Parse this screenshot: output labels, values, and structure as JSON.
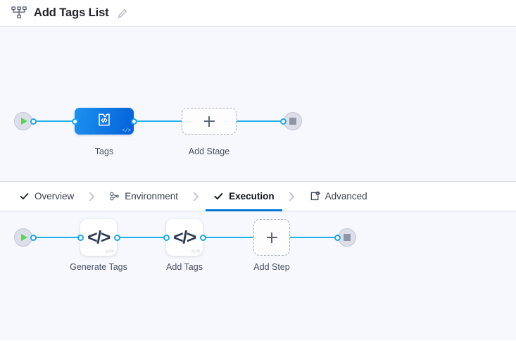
{
  "header": {
    "icon": "pipeline-icon",
    "title": "Add Tags List",
    "edit_icon": "pencil-icon"
  },
  "colors": {
    "canvas_bg": "#f6f8fd",
    "edge": "#22b0ec",
    "port_stroke": "#1ba7e8",
    "stage_gradient_from": "#1c91f0",
    "stage_gradient_to": "#0561d8",
    "active_tab_underline": "#0278d5",
    "play_green": "#58d64e",
    "terminal_gray": "#dcdfe9",
    "stop_gray": "#8f94a6"
  },
  "stage_graph": {
    "start_node": {
      "name": "start-node",
      "icon": "play-icon"
    },
    "end_node": {
      "name": "end-node",
      "icon": "stop-icon"
    },
    "nodes": [
      {
        "id": "tags",
        "label": "Tags",
        "type": "stage",
        "icon": "code-block-icon",
        "corner_glyph": "</>",
        "selected": true
      },
      {
        "id": "add-stage",
        "label": "Add Stage",
        "type": "add",
        "icon": "plus-icon"
      }
    ]
  },
  "tabs": [
    {
      "id": "overview",
      "label": "Overview",
      "icon": "check-icon",
      "active": false
    },
    {
      "id": "environment",
      "label": "Environment",
      "icon": "nodes-icon",
      "active": false
    },
    {
      "id": "execution",
      "label": "Execution",
      "icon": "check-icon",
      "active": true
    },
    {
      "id": "advanced",
      "label": "Advanced",
      "icon": "card-gear-icon",
      "active": false
    }
  ],
  "tab_separator": "chevron-right-icon",
  "execution_graph": {
    "start_node": {
      "name": "start-node",
      "icon": "play-icon"
    },
    "end_node": {
      "name": "end-node",
      "icon": "stop-icon"
    },
    "nodes": [
      {
        "id": "generate-tags",
        "label": "Generate Tags",
        "type": "step",
        "icon": "code-icon",
        "glyph": "</>",
        "corner_glyph": "</>"
      },
      {
        "id": "add-tags",
        "label": "Add Tags",
        "type": "step",
        "icon": "code-icon",
        "glyph": "</>",
        "corner_glyph": "</>"
      },
      {
        "id": "add-step",
        "label": "Add Step",
        "type": "add",
        "icon": "plus-icon"
      }
    ]
  }
}
